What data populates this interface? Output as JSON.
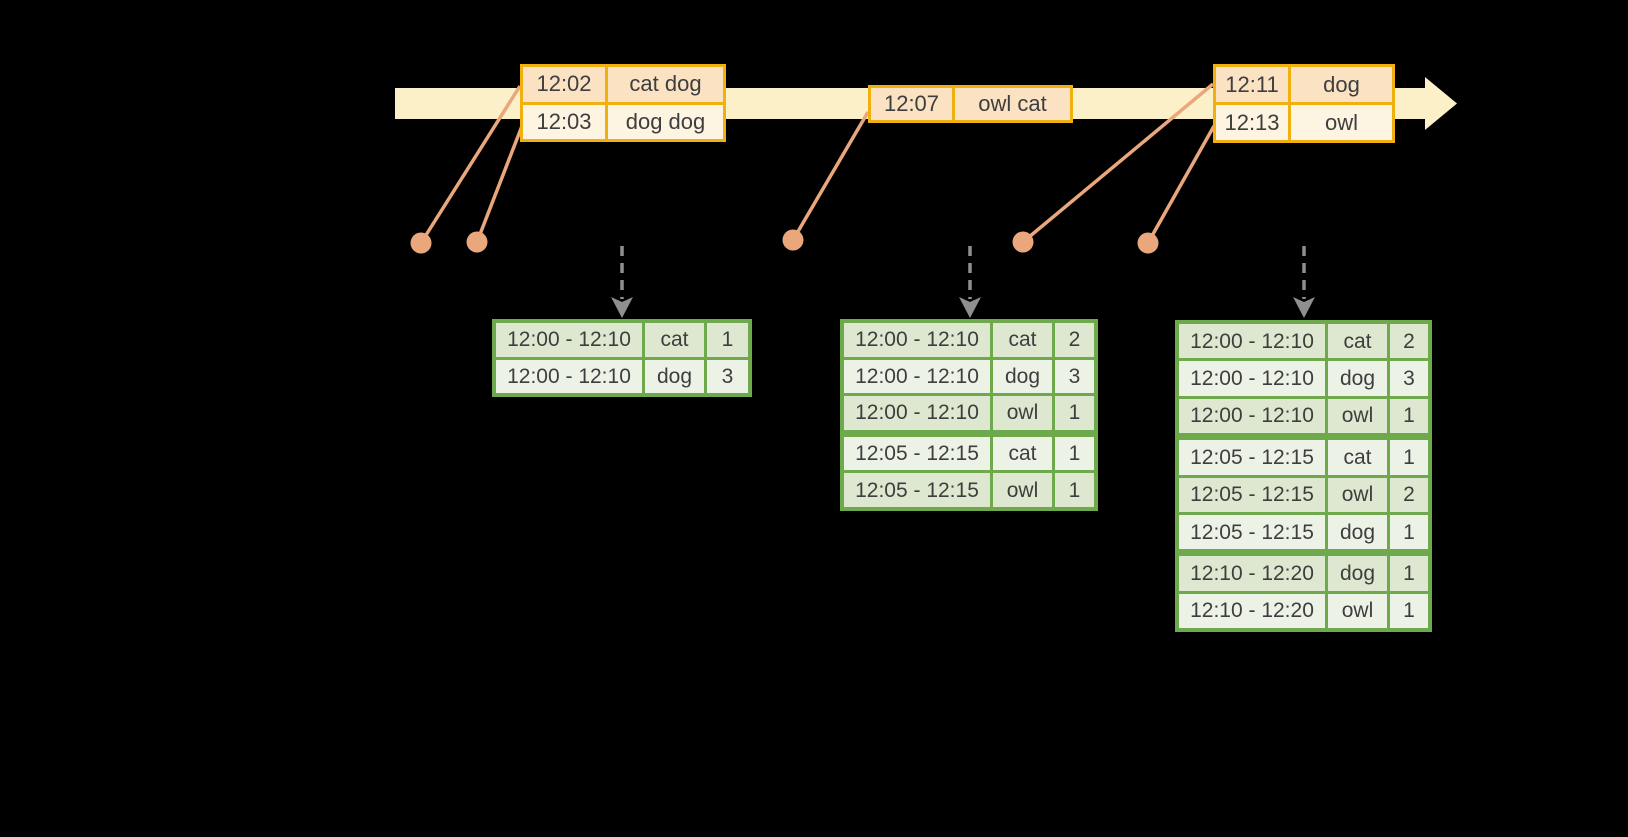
{
  "colors": {
    "background": "#000000",
    "band": "#FBF0C8",
    "gold": "#F0B110",
    "peach_dark": "#FAE2C3",
    "peach_light": "#FDF4E1",
    "salmon": "#EBA77C",
    "green": "#6EA94C",
    "sage_dark": "#DEE8D0",
    "sage_light": "#EDF2E7",
    "gray": "#8F8F8F",
    "ink": "#3E3E3E"
  },
  "timeline": {
    "event_tables": [
      {
        "id": "events-1202-1203",
        "rows": [
          {
            "time": "12:02",
            "words": "cat dog"
          },
          {
            "time": "12:03",
            "words": "dog dog"
          }
        ]
      },
      {
        "id": "events-1207",
        "rows": [
          {
            "time": "12:07",
            "words": "owl cat"
          }
        ]
      },
      {
        "id": "events-1211-1213",
        "rows": [
          {
            "time": "12:11",
            "words": "dog"
          },
          {
            "time": "12:13",
            "words": "owl"
          }
        ]
      }
    ]
  },
  "result_tables": [
    {
      "id": "result-table-1",
      "rows": [
        {
          "window": "12:00 - 12:10",
          "word": "cat",
          "count": "1",
          "group": 0
        },
        {
          "window": "12:00 - 12:10",
          "word": "dog",
          "count": "3",
          "group": 0
        }
      ]
    },
    {
      "id": "result-table-2",
      "rows": [
        {
          "window": "12:00 - 12:10",
          "word": "cat",
          "count": "2",
          "group": 0
        },
        {
          "window": "12:00 - 12:10",
          "word": "dog",
          "count": "3",
          "group": 0
        },
        {
          "window": "12:00 - 12:10",
          "word": "owl",
          "count": "1",
          "group": 0
        },
        {
          "window": "12:05 - 12:15",
          "word": "cat",
          "count": "1",
          "group": 1
        },
        {
          "window": "12:05 - 12:15",
          "word": "owl",
          "count": "1",
          "group": 1
        }
      ]
    },
    {
      "id": "result-table-3",
      "rows": [
        {
          "window": "12:00 - 12:10",
          "word": "cat",
          "count": "2",
          "group": 0
        },
        {
          "window": "12:00 - 12:10",
          "word": "dog",
          "count": "3",
          "group": 0
        },
        {
          "window": "12:00 - 12:10",
          "word": "owl",
          "count": "1",
          "group": 0
        },
        {
          "window": "12:05 - 12:15",
          "word": "cat",
          "count": "1",
          "group": 1
        },
        {
          "window": "12:05 - 12:15",
          "word": "owl",
          "count": "2",
          "group": 1
        },
        {
          "window": "12:05 - 12:15",
          "word": "dog",
          "count": "1",
          "group": 1
        },
        {
          "window": "12:10 - 12:20",
          "word": "dog",
          "count": "1",
          "group": 2
        },
        {
          "window": "12:10 - 12:20",
          "word": "owl",
          "count": "1",
          "group": 2
        }
      ]
    }
  ]
}
